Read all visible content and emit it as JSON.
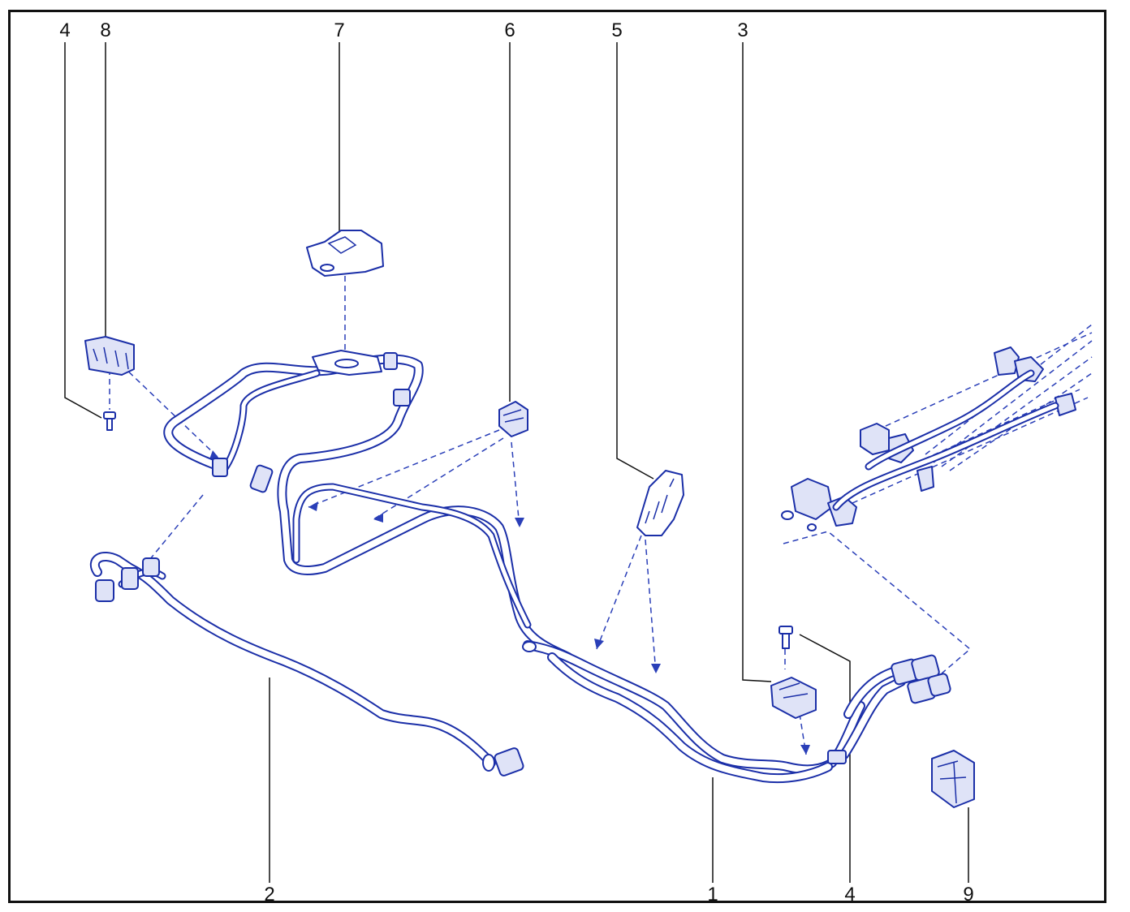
{
  "callouts": {
    "c1": "1",
    "c2": "2",
    "c3": "3",
    "c4_left": "4",
    "c4_right": "4",
    "c5": "5",
    "c6": "6",
    "c7": "7",
    "c8": "8",
    "c9": "9"
  },
  "colors": {
    "line_art": "#1b2fa8",
    "leader_lines": "#111111",
    "frame": "#111111"
  }
}
